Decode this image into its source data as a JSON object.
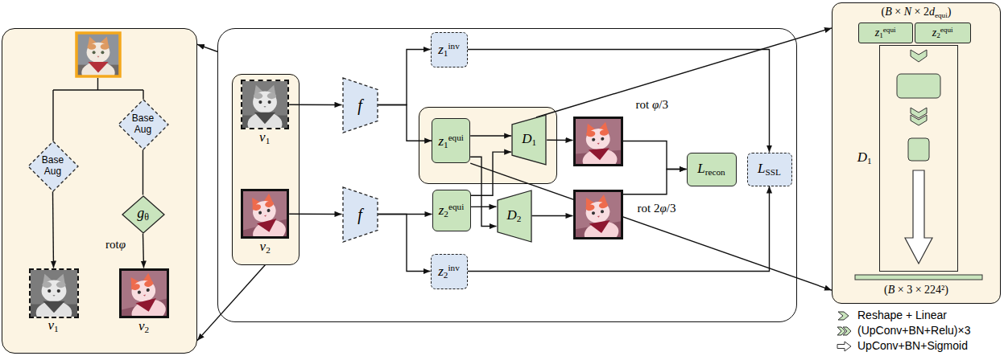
{
  "diagram": {
    "nodes": [
      {
        "text": []
      },
      {
        "text": [
          "Base Aug"
        ],
        "in": 0
      },
      {
        "text": [
          "Base Aug"
        ],
        "in": 0
      },
      {
        "text": [
          "gθ"
        ],
        "in": 0
      },
      {
        "text": [
          "v1"
        ],
        "in": 0
      },
      {
        "text": [
          "v2"
        ],
        "in": 0
      },
      {
        "text": []
      },
      {
        "text": [],
        "in": 6
      },
      {
        "text": [
          "v1"
        ],
        "in": 7
      },
      {
        "text": [
          "v2"
        ],
        "in": 7
      },
      {
        "text": [
          "f"
        ],
        "in": 6
      },
      {
        "text": [
          "f"
        ],
        "in": 6
      },
      {
        "text": [
          "z1inv"
        ],
        "in": 6
      },
      {
        "text": [],
        "in": 6
      },
      {
        "text": [
          "z1equi"
        ],
        "in": 13
      },
      {
        "text": [
          "D1"
        ],
        "in": 13
      },
      {
        "text": [
          "z2equi"
        ],
        "in": 6
      },
      {
        "text": [
          "D2"
        ],
        "in": 6
      },
      {
        "text": [
          "rot φ/3"
        ],
        "in": 6
      },
      {
        "text": [
          "rot 2φ/3"
        ],
        "in": 6
      },
      {
        "text": [
          "Lrecon"
        ],
        "in": 6
      },
      {
        "text": [
          "LSSL"
        ],
        "in": 6
      },
      {
        "text": [
          "z2inv"
        ],
        "in": 6
      },
      {
        "text": [
          "(B × N × 2dequi)",
          "(B × 3 × 224²)"
        ]
      },
      {
        "text": [
          "z1equi"
        ],
        "in": 23
      },
      {
        "text": [
          "z2equi"
        ],
        "in": 23
      },
      {
        "text": [
          "D1"
        ],
        "in": 23
      }
    ],
    "edges": [
      {
        "from": 1,
        "to": 4,
        "arrow": "to"
      },
      {
        "from": 2,
        "to": 3,
        "arrow": "none"
      },
      {
        "from": 3,
        "to": 5,
        "arrow": "to"
      },
      {
        "from": 6,
        "to": 0,
        "arrow": "to"
      },
      {
        "from": 7,
        "to": 0,
        "arrow": "to"
      },
      {
        "from": 8,
        "to": 10,
        "arrow": "to"
      },
      {
        "from": 9,
        "to": 11,
        "arrow": "to"
      },
      {
        "from": 10,
        "to": 12,
        "arrow": "to"
      },
      {
        "from": 10,
        "to": 14,
        "arrow": "to"
      },
      {
        "from": 11,
        "to": 16,
        "arrow": "to"
      },
      {
        "from": 11,
        "to": 22,
        "arrow": "to"
      },
      {
        "from": 14,
        "to": 15,
        "arrow": "to"
      },
      {
        "from": 14,
        "to": 17,
        "arrow": "to"
      },
      {
        "from": 16,
        "to": 15,
        "arrow": "to"
      },
      {
        "from": 16,
        "to": 17,
        "arrow": "to"
      },
      {
        "from": 15,
        "to": 18,
        "arrow": "to"
      },
      {
        "from": 17,
        "to": 19,
        "arrow": "to"
      },
      {
        "from": 18,
        "to": 20,
        "arrow": "to"
      },
      {
        "from": 19,
        "to": 20,
        "arrow": "to"
      },
      {
        "from": 12,
        "to": 21,
        "arrow": "to"
      },
      {
        "from": 22,
        "to": 21,
        "arrow": "to"
      },
      {
        "from": 15,
        "to": 23,
        "arrow": "to"
      },
      {
        "from": 14,
        "to": 23,
        "arrow": "to"
      }
    ],
    "labels": [
      "rotφ"
    ],
    "legend": [
      {
        "text": "Reshape + Linear"
      },
      {
        "text": "(UpConv+BN+Relu)×3"
      },
      {
        "text": "UpConv+BN+Sigmoid"
      }
    ]
  }
}
